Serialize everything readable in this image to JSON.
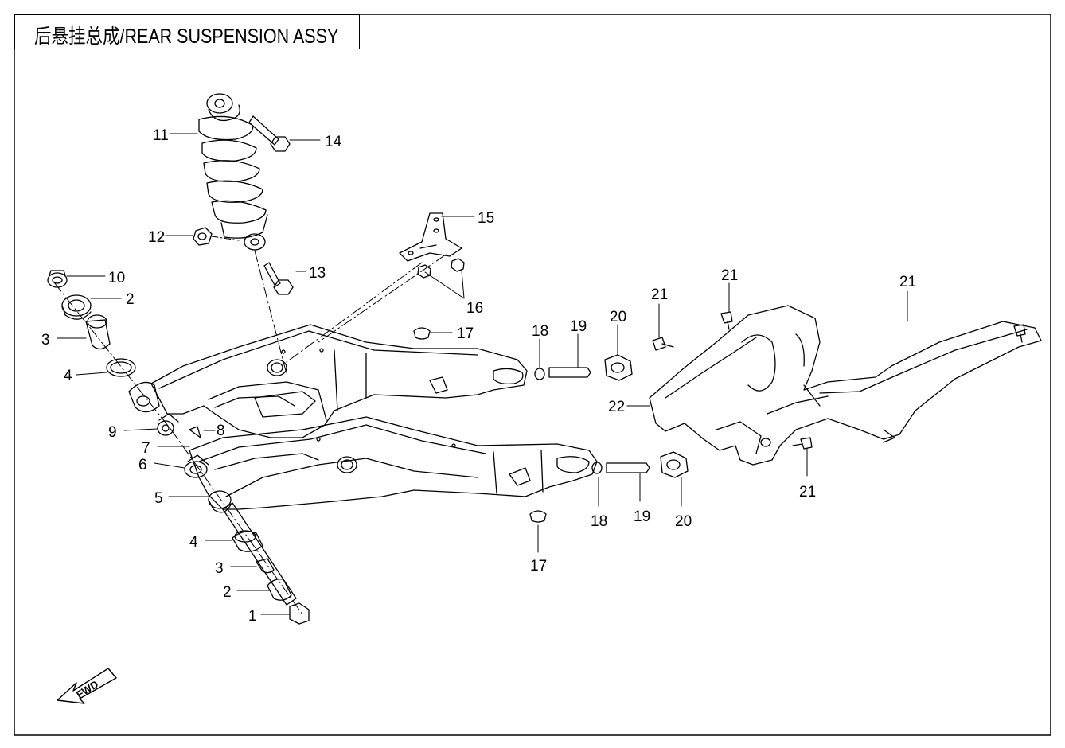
{
  "title": "后悬挂总成/REAR SUSPENSION  ASSY",
  "fwd_label": "FWD",
  "callouts": [
    {
      "id": "c1",
      "text": "1"
    },
    {
      "id": "c2a",
      "text": "2"
    },
    {
      "id": "c2b",
      "text": "2"
    },
    {
      "id": "c3a",
      "text": "3"
    },
    {
      "id": "c3b",
      "text": "3"
    },
    {
      "id": "c4a",
      "text": "4"
    },
    {
      "id": "c4b",
      "text": "4"
    },
    {
      "id": "c5",
      "text": "5"
    },
    {
      "id": "c6",
      "text": "6"
    },
    {
      "id": "c7",
      "text": "7"
    },
    {
      "id": "c8",
      "text": "8"
    },
    {
      "id": "c9",
      "text": "9"
    },
    {
      "id": "c10",
      "text": "10"
    },
    {
      "id": "c11",
      "text": "11"
    },
    {
      "id": "c12",
      "text": "12"
    },
    {
      "id": "c13",
      "text": "13"
    },
    {
      "id": "c14",
      "text": "14"
    },
    {
      "id": "c15",
      "text": "15"
    },
    {
      "id": "c16",
      "text": "16"
    },
    {
      "id": "c17a",
      "text": "17"
    },
    {
      "id": "c17b",
      "text": "17"
    },
    {
      "id": "c18a",
      "text": "18"
    },
    {
      "id": "c18b",
      "text": "18"
    },
    {
      "id": "c19a",
      "text": "19"
    },
    {
      "id": "c19b",
      "text": "19"
    },
    {
      "id": "c20a",
      "text": "20"
    },
    {
      "id": "c20b",
      "text": "20"
    },
    {
      "id": "c21a",
      "text": "21"
    },
    {
      "id": "c21b",
      "text": "21"
    },
    {
      "id": "c21c",
      "text": "21"
    },
    {
      "id": "c21d",
      "text": "21"
    },
    {
      "id": "c22",
      "text": "22"
    }
  ]
}
